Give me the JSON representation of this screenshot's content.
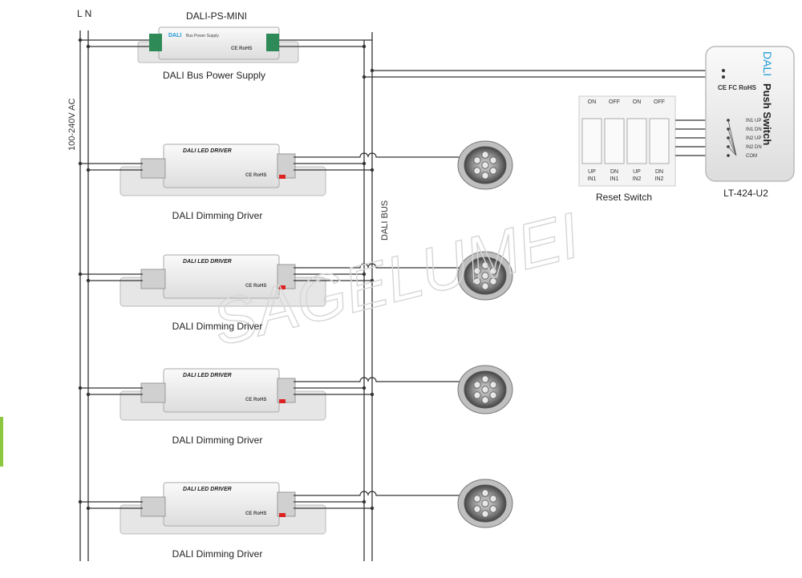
{
  "labels": {
    "line_ln": "L N",
    "ps_model": "DALI-PS-MINI",
    "ps_caption": "DALI Bus Power Supply",
    "voltage": "100-240V AC",
    "dali_bus": "DALI BUS",
    "reset_switch": "Reset Switch",
    "push_switch_model": "LT-424-U2",
    "watermark": "SAGELUMEI"
  },
  "power_supply": {
    "brand": "DALI",
    "title": "Bus Power Supply",
    "marks": "CE RoHS"
  },
  "drivers": [
    {
      "caption": "DALI Dimming Driver",
      "title": "DALI LED DRIVER"
    },
    {
      "caption": "DALI Dimming Driver",
      "title": "DALI LED DRIVER"
    },
    {
      "caption": "DALI Dimming Driver",
      "title": "DALI LED DRIVER"
    },
    {
      "caption": "DALI Dimming Driver",
      "title": "DALI LED DRIVER"
    }
  ],
  "reset_switch": {
    "top_labels": [
      "ON",
      "OFF",
      "ON",
      "OFF"
    ],
    "bottom_labels": [
      "UP\nIN1",
      "DN\nIN1",
      "UP\nIN2",
      "DN\nIN2"
    ]
  },
  "push_switch": {
    "brand": "DALI",
    "name": "Push Switch",
    "marks": "CE FC RoHS",
    "terminals": [
      "IN1 UP",
      "IN1 DN",
      "IN2 UP",
      "IN2 DN",
      "COM"
    ]
  },
  "colors": {
    "wire": "#333333",
    "accent": "#8dc63f",
    "brand_blue": "#1e9bd7",
    "device_body": "#eeeeee",
    "device_edge": "#bbbbbb",
    "terminal": "#2e8b57"
  }
}
